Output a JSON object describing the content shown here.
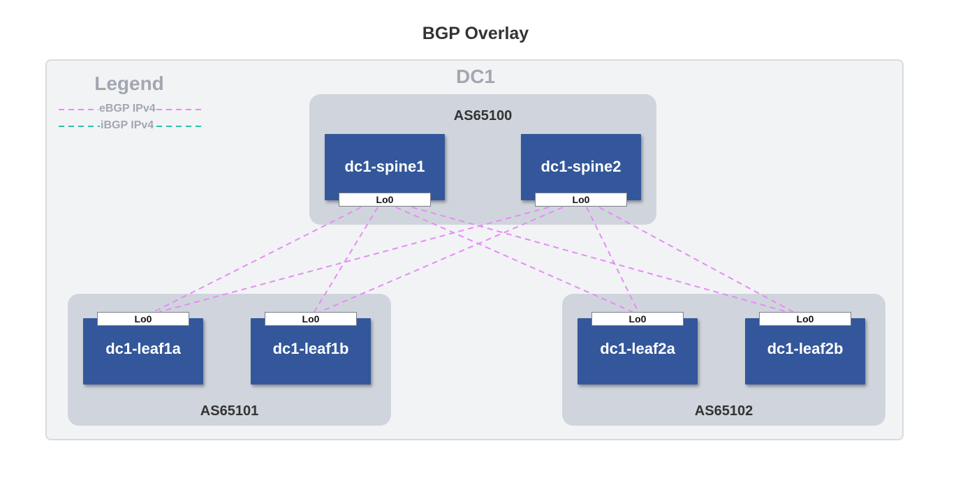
{
  "title": "BGP Overlay",
  "dc_label": "DC1",
  "legend": {
    "title": "Legend",
    "items": [
      {
        "label": "eBGP IPv4",
        "color": "#e68cf5"
      },
      {
        "label": "iBGP IPv4",
        "color": "#29c2a8"
      }
    ]
  },
  "groups": [
    {
      "id": "as65100",
      "label": "AS65100"
    },
    {
      "id": "as65101",
      "label": "AS65101"
    },
    {
      "id": "as65102",
      "label": "AS65102"
    }
  ],
  "devices": [
    {
      "id": "spine1",
      "label": "dc1-spine1",
      "interface": "Lo0"
    },
    {
      "id": "spine2",
      "label": "dc1-spine2",
      "interface": "Lo0"
    },
    {
      "id": "leaf1a",
      "label": "dc1-leaf1a",
      "interface": "Lo0"
    },
    {
      "id": "leaf1b",
      "label": "dc1-leaf1b",
      "interface": "Lo0"
    },
    {
      "id": "leaf2a",
      "label": "dc1-leaf2a",
      "interface": "Lo0"
    },
    {
      "id": "leaf2b",
      "label": "dc1-leaf2b",
      "interface": "Lo0"
    }
  ],
  "links": [
    {
      "from": "spine1",
      "to": "leaf1a",
      "type": "eBGP IPv4"
    },
    {
      "from": "spine1",
      "to": "leaf1b",
      "type": "eBGP IPv4"
    },
    {
      "from": "spine1",
      "to": "leaf2a",
      "type": "eBGP IPv4"
    },
    {
      "from": "spine1",
      "to": "leaf2b",
      "type": "eBGP IPv4"
    },
    {
      "from": "spine2",
      "to": "leaf1a",
      "type": "eBGP IPv4"
    },
    {
      "from": "spine2",
      "to": "leaf1b",
      "type": "eBGP IPv4"
    },
    {
      "from": "spine2",
      "to": "leaf2a",
      "type": "eBGP IPv4"
    },
    {
      "from": "spine2",
      "to": "leaf2b",
      "type": "eBGP IPv4"
    }
  ],
  "colors": {
    "device_fill": "#33579a",
    "as_fill": "#d0d5dd",
    "dc_fill": "#f2f3f5"
  }
}
